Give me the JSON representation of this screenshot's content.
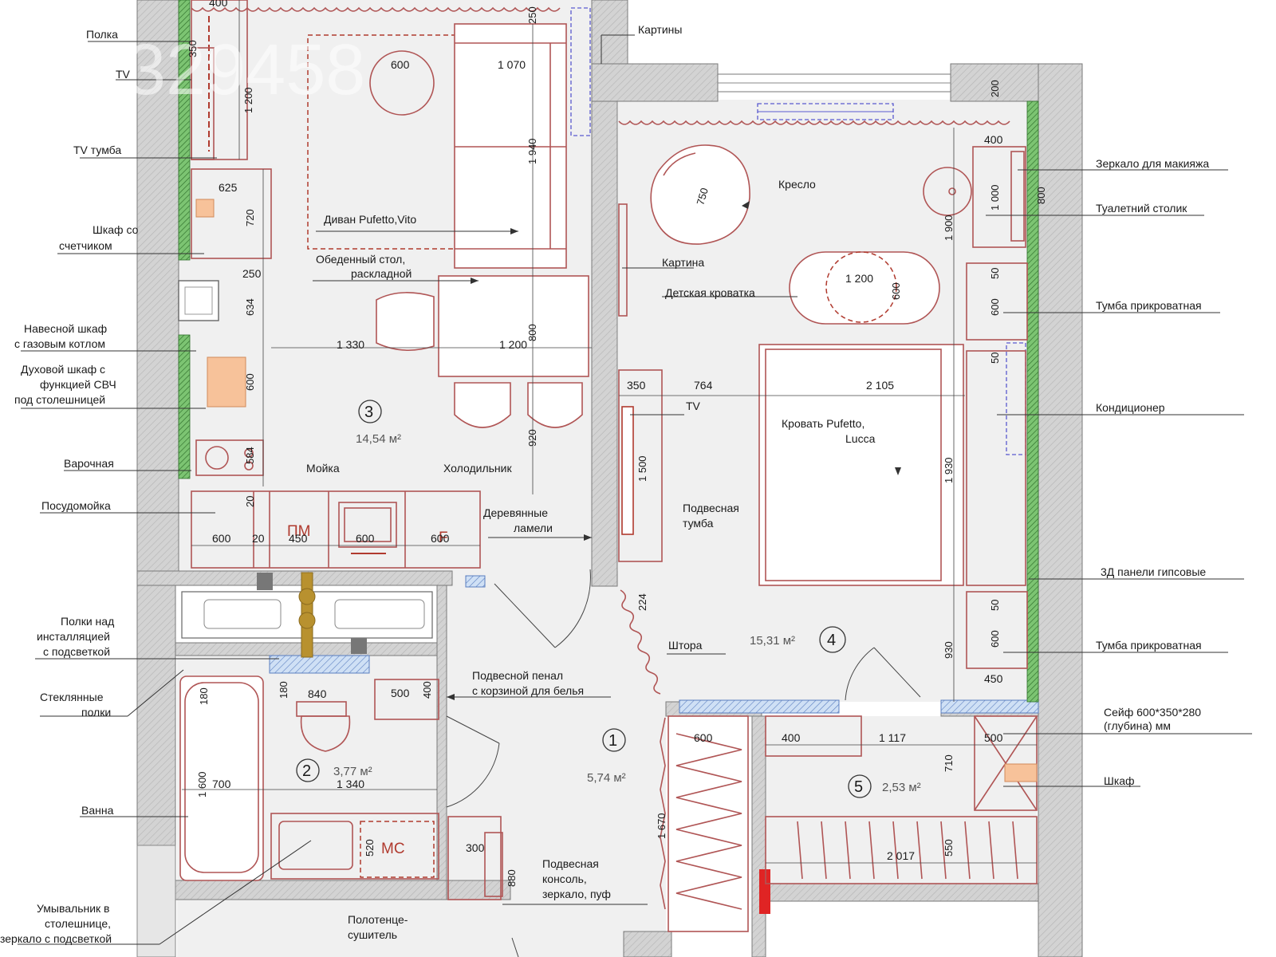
{
  "colors": {
    "wall_gray": "#c9c9c9",
    "floor_gray": "#f0f0f0",
    "furniture_red": "#b05555",
    "accent_red": "#e02424",
    "panel_green": "#5fae5a",
    "ac_blue": "#5a5acf",
    "window_blue": "#9ec3ea",
    "appliance_peach": "#f7c29a",
    "pipe_gold": "#b8912f",
    "watermark": "rgba(255,255,255,0.55)"
  },
  "watermark": "329458",
  "left_callouts": [
    "Полка",
    "TV",
    "TV тумба",
    "Шкаф со",
    "счетчиком",
    "Навесной шкаф",
    "с газовым котлом",
    "Духовой шкаф с",
    "функцией СВЧ",
    "под столешницей",
    "Варочная",
    "Посудомойка",
    "Полки над",
    "инсталляцией",
    "с подсветкой",
    "Стеклянные",
    "полки",
    "Ванна",
    "Умывальник в",
    "столешнице,",
    "зеркало с подсветкой"
  ],
  "right_callouts": [
    "Зеркало для макияжа",
    "Туалетний столик",
    "Тумба прикроватная",
    "Кондиционер",
    "3Д панели гипсовые",
    "Тумба прикроватная",
    "Сейф 600*350*280",
    "(глубина) мм",
    "Шкаф"
  ],
  "inner_labels": [
    "Картины",
    "Диван Pufetto,Vito",
    "Обеденный стол,",
    "раскладной",
    "Мойка",
    "Холодильник",
    "Деревянные",
    "ламели",
    "Кресло",
    "Картина",
    "Детская кроватка",
    "TV",
    "Кровать Pufetto,",
    "Lucca",
    "Подвесная",
    "тумба",
    "Штора",
    "Подвесной пенал",
    "с корзиной для белья",
    "Подвесная",
    "консоль,",
    "зеркало, пуф",
    "Полотенце-",
    "сушитель"
  ],
  "rooms": [
    {
      "num": "1",
      "area": "5,74 м²"
    },
    {
      "num": "2",
      "area": "3,77 м²"
    },
    {
      "num": "3",
      "area": "14,54 м²"
    },
    {
      "num": "4",
      "area": "15,31 м²"
    },
    {
      "num": "5",
      "area": "2,53 м²"
    }
  ],
  "block_labels": [
    "ПМ",
    "F",
    "МС"
  ],
  "dimensions": [
    "400",
    "350",
    "1 200",
    "625",
    "720",
    "250",
    "634",
    "600",
    "584",
    "20",
    "600",
    "20",
    "450",
    "600",
    "600",
    "250",
    "600",
    "1 070",
    "1 940",
    "1 330",
    "1 200",
    "800",
    "920",
    "180",
    "180",
    "840",
    "500",
    "400",
    "1 600",
    "700",
    "1 340",
    "520",
    "300",
    "880",
    "200",
    "400",
    "1 000",
    "800",
    "750",
    "1 900",
    "1 200",
    "600",
    "50",
    "600",
    "50",
    "350",
    "764",
    "2 105",
    "1 500",
    "1 930",
    "224",
    "50",
    "600",
    "930",
    "450",
    "600",
    "1 670",
    "400",
    "1 117",
    "500",
    "710",
    "2 017",
    "550"
  ]
}
